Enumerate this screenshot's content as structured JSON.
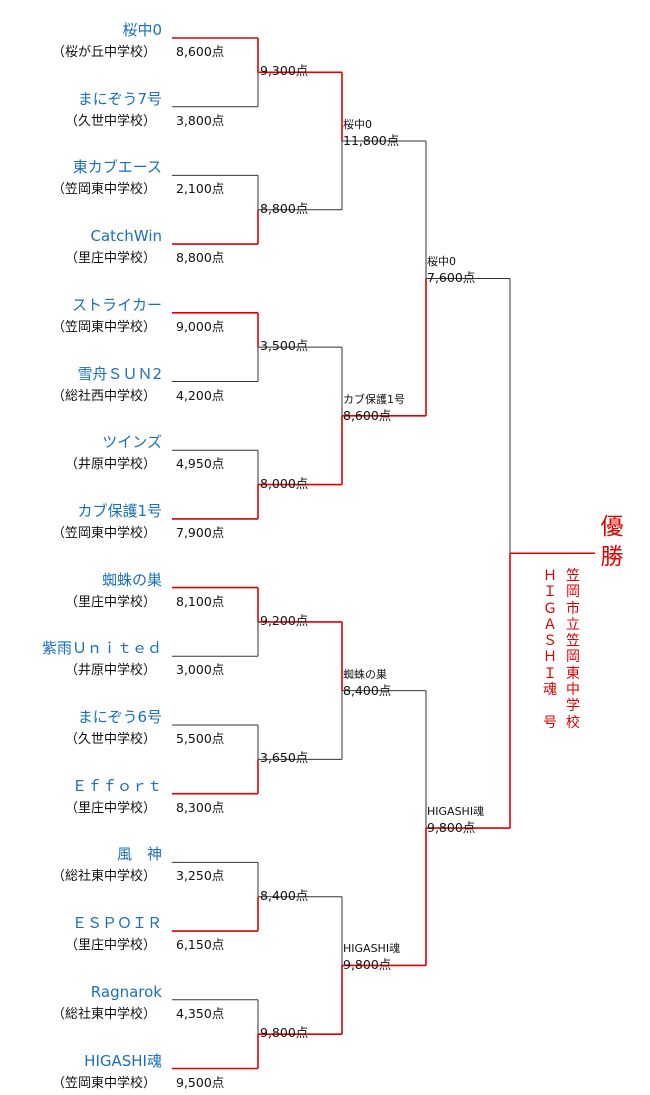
{
  "teams": [
    {
      "name": "桜中0",
      "school": "（桜が丘中学校）",
      "score": "8,600点"
    },
    {
      "name": "まにぞう7号",
      "school": "（久世中学校）",
      "score": "3,800点"
    },
    {
      "name": "東カブエース",
      "school": "（笠岡東中学校）",
      "score": "2,100点"
    },
    {
      "name": "CatchWin",
      "school": "（里庄中学校）",
      "score": "8,800点"
    },
    {
      "name": "ストライカー",
      "school": "（笠岡東中学校）",
      "score": "9,000点"
    },
    {
      "name": "雪舟ＳＵＮ2",
      "school": "（総社西中学校）",
      "score": "4,200点"
    },
    {
      "name": "ツインズ",
      "school": "（井原中学校）",
      "score": "4,950点"
    },
    {
      "name": "カブ保護1号",
      "school": "（笠岡東中学校）",
      "score": "7,900点"
    },
    {
      "name": "蜘蛛の巣",
      "school": "（里庄中学校）",
      "score": "8,100点"
    },
    {
      "name": "紫雨Ｕｎｉｔｅｄ",
      "school": "（井原中学校）",
      "score": "3,000点"
    },
    {
      "name": "まにぞう6号",
      "school": "（久世中学校）",
      "score": "5,500点"
    },
    {
      "name": "Ｅｆｆｏｒｔ",
      "school": "（里庄中学校）",
      "score": "8,300点"
    },
    {
      "name": "風　神",
      "school": "（総社東中学校）",
      "score": "3,250点"
    },
    {
      "name": "ＥＳＰＯＩＲ",
      "school": "（里庄中学校）",
      "score": "6,150点"
    },
    {
      "name": "Ragnarok",
      "school": "（総社東中学校）",
      "score": "4,350点"
    },
    {
      "name": "HIGASHI魂",
      "school": "（笠岡東中学校）",
      "score": "9,500点"
    }
  ],
  "round1": [
    {
      "score": "9,300点",
      "winner": 0
    },
    {
      "score": "8,800点",
      "winner": 3
    },
    {
      "score": "3,500点",
      "winner": 4
    },
    {
      "score": "8,000点",
      "winner": 7
    },
    {
      "score": "9,200点",
      "winner": 8
    },
    {
      "score": "3,650点",
      "winner": 11
    },
    {
      "score": "8,400点",
      "winner": 13
    },
    {
      "score": "9,800点",
      "winner": 15
    }
  ],
  "round2": [
    {
      "name": "桜中0",
      "score": "11,800点",
      "winner": 0
    },
    {
      "name": "カブ保護1号",
      "score": "8,600点",
      "winner": 1
    },
    {
      "name": "蜘蛛の巣",
      "score": "8,400点",
      "winner": 0
    },
    {
      "name": "HIGASHI魂",
      "score": "9,800点",
      "winner": 1
    }
  ],
  "round3": [
    {
      "name": "桜中0",
      "score": "7,600点",
      "winner": 1
    },
    {
      "name": "HIGASHI魂",
      "score": "9,800点",
      "winner": 1
    }
  ],
  "final": {
    "winner": 1
  },
  "champion": {
    "title": "優勝",
    "school_line": "笠岡市立笠岡東中学校",
    "team_line": "ＨＩＧＡＳＨＩ魂　号"
  },
  "colors": {
    "win": "#e00000",
    "lose": "#333333",
    "team": "#1a6fbf"
  }
}
